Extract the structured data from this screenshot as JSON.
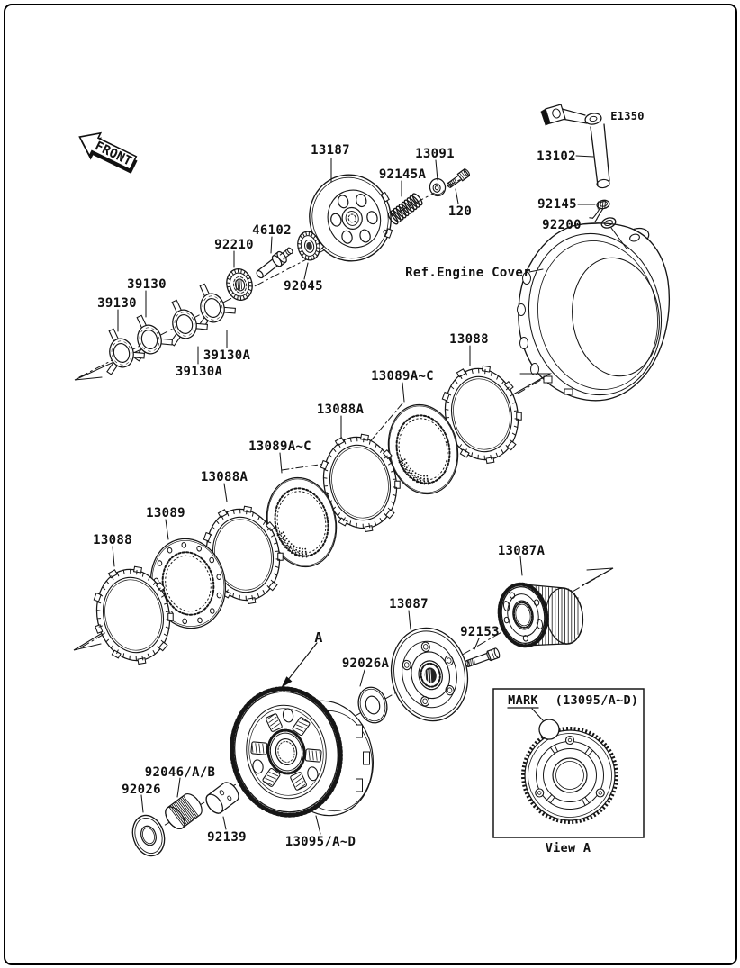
{
  "diagram": {
    "code": "E1350",
    "front_marker": "FRONT",
    "engine_cover_note": "Ref.Engine Cover",
    "view_a": {
      "mark": "MARK",
      "ref": "(13095/A~D)",
      "caption": "View A"
    },
    "part_labels": {
      "n13187": "13187",
      "n92145A": "92145A",
      "n13091": "13091",
      "n120": "120",
      "n13102": "13102",
      "n92145": "92145",
      "n92200": "92200",
      "n92210": "92210",
      "n46102": "46102",
      "n92045": "92045",
      "n39130": "39130",
      "n39130A": "39130A",
      "n13088": "13088",
      "n13089AC": "13089A~C",
      "n13088A": "13088A",
      "n13089": "13089",
      "n13087A": "13087A",
      "nA": "A",
      "n13087": "13087",
      "n92153": "92153",
      "n92026A": "92026A",
      "n92046AB": "92046/A/B",
      "n92026": "92026",
      "n92139": "92139",
      "n13095AD": "13095/A~D"
    },
    "colors": {
      "ink": "#161616",
      "paper": "#ffffff",
      "border": "#000000"
    }
  }
}
